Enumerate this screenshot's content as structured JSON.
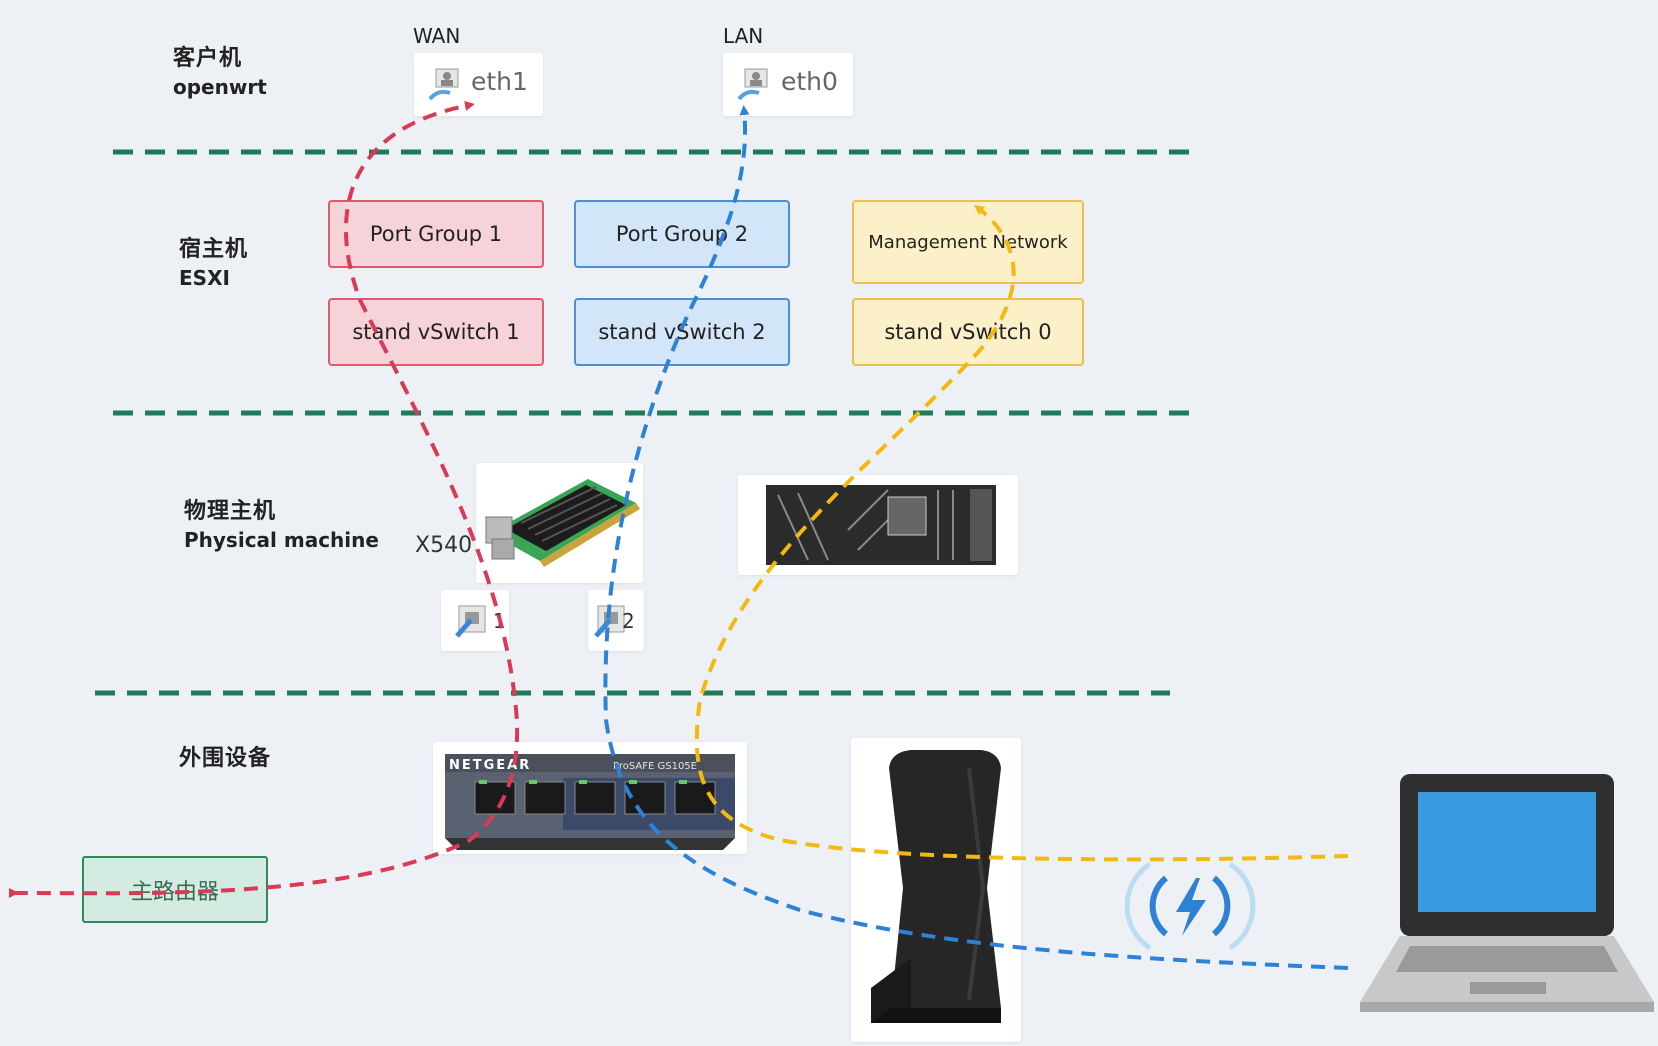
{
  "layers": {
    "client": {
      "cn": "客户机",
      "en": "openwrt"
    },
    "host": {
      "cn": "宿主机",
      "en": "ESXI"
    },
    "physical": {
      "cn": "物理主机",
      "en": "Physical machine"
    },
    "peripheral": {
      "cn": "外围设备",
      "en": ""
    }
  },
  "interfaces": {
    "wan": {
      "title": "WAN",
      "name": "eth1"
    },
    "lan": {
      "title": "LAN",
      "name": "eth0"
    }
  },
  "port_groups": {
    "pg1": "Port Group 1",
    "pg2": "Port Group 2",
    "mgmt": "Management Network"
  },
  "vswitches": {
    "vs1": "stand vSwitch 1",
    "vs2": "stand vSwitch 2",
    "vs0": "stand vSwitch 0"
  },
  "nic": {
    "model": "X540",
    "port1": "1",
    "port2": "2"
  },
  "switch_brand": "NETGEAR",
  "switch_series": "ProSAFE GS105E",
  "main_router": "主路由器",
  "colors": {
    "wan": "#d93a55",
    "lan": "#2e82d6",
    "mgmt": "#f2b90f",
    "separator": "#1f7a5a"
  },
  "icons": [
    "network-interface-icon",
    "ethernet-port-icon",
    "wifi-signal-icon",
    "laptop-icon",
    "router-device-icon",
    "switch-device-icon",
    "nic-card-icon",
    "motherboard-icon"
  ]
}
